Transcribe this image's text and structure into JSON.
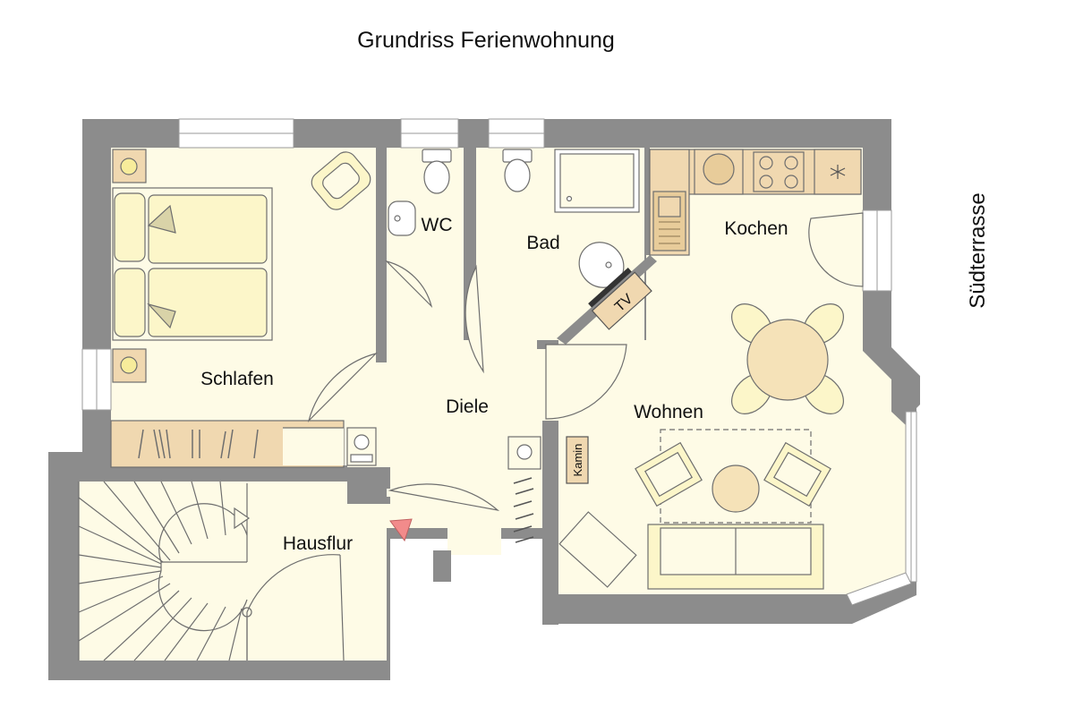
{
  "title": "Grundriss Ferienwohnung",
  "rooms": {
    "schlafen": "Schlafen",
    "wc": "WC",
    "bad": "Bad",
    "kochen": "Kochen",
    "diele": "Diele",
    "wohnen": "Wohnen",
    "hausflur": "Hausflur"
  },
  "fixtures": {
    "tv": "TV",
    "kamin": "Kamin"
  },
  "outside": {
    "terrace": "Südterrasse"
  },
  "colors": {
    "wall": "#8c8c8c",
    "floor": "#fefbe6",
    "furniture": "#fcf6c9",
    "cabinet": "#f0d8b0",
    "entrance_marker": "#f28b8b"
  }
}
